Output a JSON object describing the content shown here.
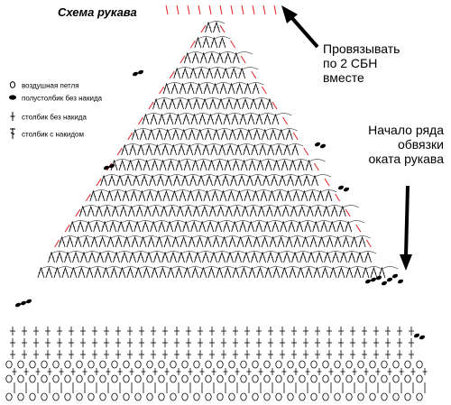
{
  "title": "Схема рукава",
  "legend": [
    {
      "symbol": "chain-stitch-icon",
      "label": "воздушная петля"
    },
    {
      "symbol": "slip-stitch-icon",
      "label": "полустолбик без накида"
    },
    {
      "symbol": "single-crochet-icon",
      "label": "столбик без накида"
    },
    {
      "symbol": "double-crochet-icon",
      "label": "столбик с накидом"
    }
  ],
  "notes": {
    "decrease": [
      "Провязывать",
      "по 2 СБН",
      "вместе"
    ],
    "start": [
      "Начало ряда",
      "обвязки",
      "оката рукава"
    ]
  },
  "colors": {
    "ink": "#000000",
    "decrease_mark": "#e02020",
    "arrow": "#000000"
  }
}
